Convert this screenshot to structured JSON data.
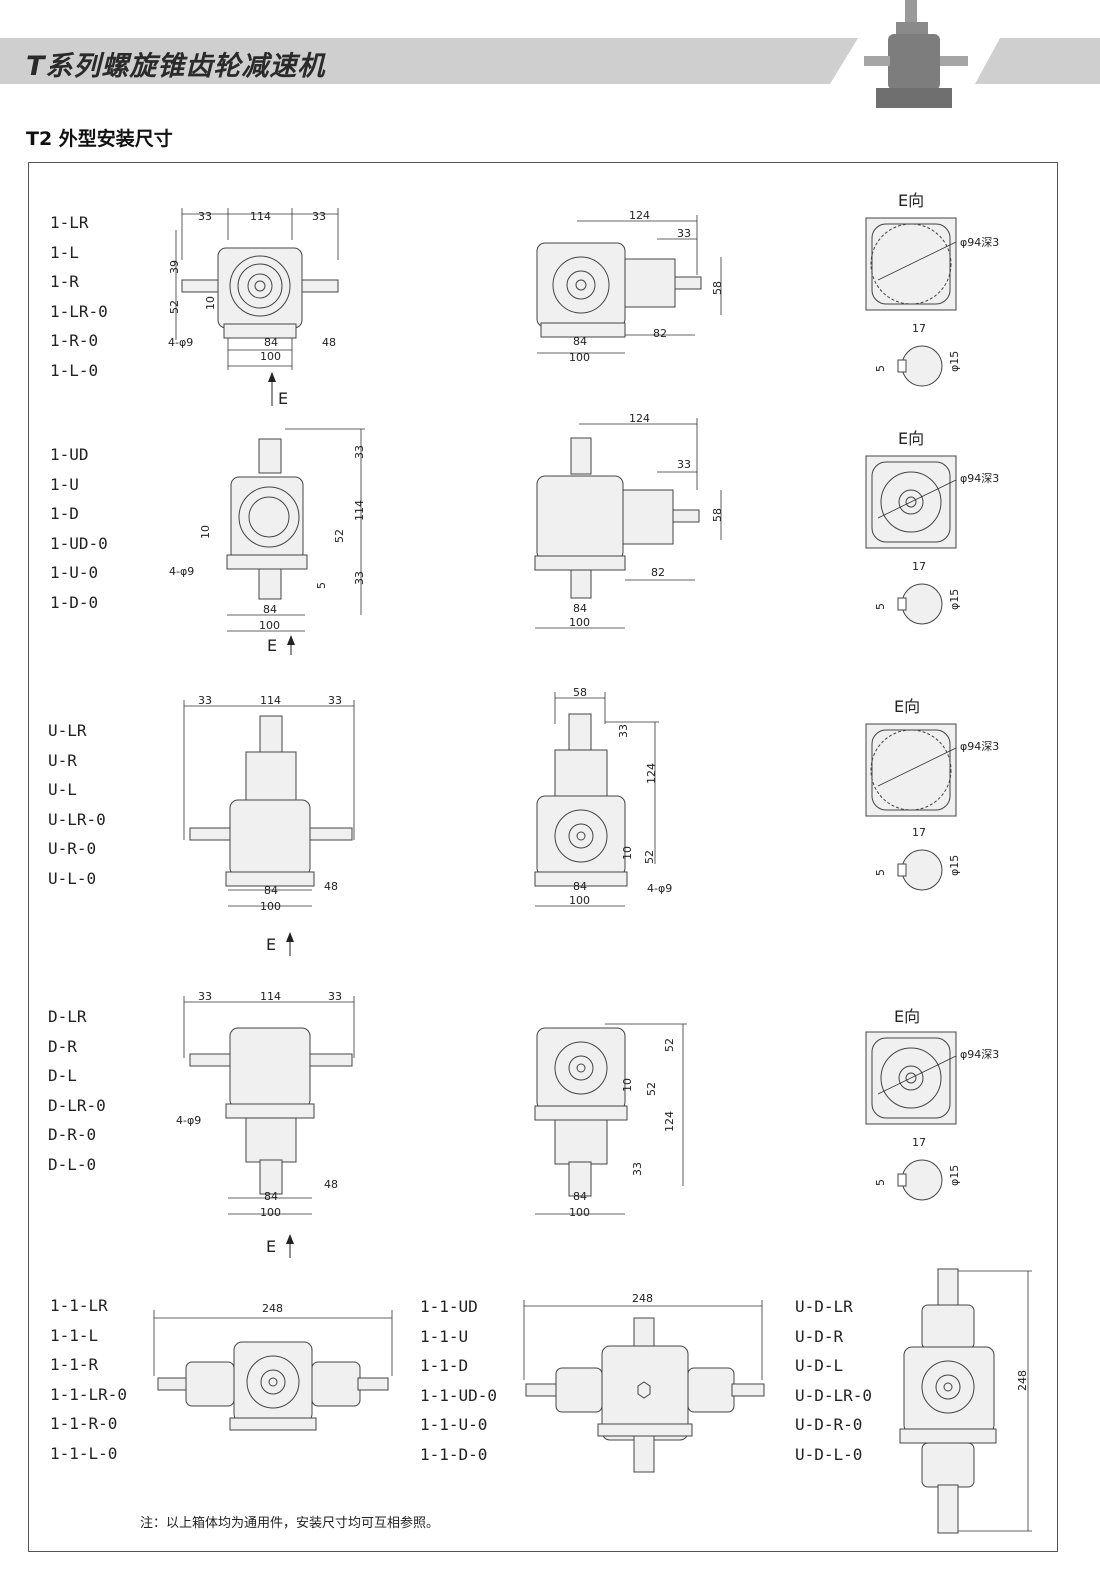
{
  "header": {
    "title": "T系列螺旋锥齿轮减速机",
    "section_title": "T2 外型安装尺寸"
  },
  "rows": [
    {
      "models": [
        "1-LR",
        "1-L",
        "1-R",
        "1-LR-0",
        "1-R-0",
        "1-L-0"
      ],
      "front": {
        "top_left": "33",
        "top_mid": "114",
        "top_right": "33",
        "left_up": "39",
        "left_low": "52",
        "left_small": "10",
        "holes": "4-φ9",
        "base_in": "84",
        "base_out": "100",
        "side": "48",
        "view": "E"
      },
      "side": {
        "top": "124",
        "right_top": "33",
        "right_mid": "58",
        "base_in": "84",
        "base_out": "100",
        "bottom": "82"
      },
      "end": {
        "title": "E向",
        "flange": "φ94深3",
        "key_w": "17",
        "key_h": "5",
        "shaft": "φ15"
      }
    },
    {
      "models": [
        "1-UD",
        "1-U",
        "1-D",
        "1-UD-0",
        "1-U-0",
        "1-D-0"
      ],
      "front": {
        "right_top": "33",
        "right_mid": "114",
        "right_52": "52",
        "right_5": "5",
        "right_bot": "33",
        "left_small": "10",
        "holes": "4-φ9",
        "base_in": "84",
        "base_out": "100",
        "view": "E"
      },
      "side": {
        "top": "124",
        "right_top": "33",
        "right_mid": "58",
        "base_in": "84",
        "base_out": "100",
        "bottom": "82"
      },
      "end": {
        "title": "E向",
        "flange": "φ94深3",
        "key_w": "17",
        "key_h": "5",
        "shaft": "φ15"
      }
    },
    {
      "models": [
        "U-LR",
        "U-R",
        "U-L",
        "U-LR-0",
        "U-R-0",
        "U-L-0"
      ],
      "front": {
        "top_left": "33",
        "top_mid": "114",
        "top_right": "33",
        "base_in": "84",
        "base_out": "100",
        "side": "48",
        "view": "E"
      },
      "side": {
        "top": "58",
        "right_top": "33",
        "right_mid": "124",
        "right_small": "10",
        "right_52": "52",
        "holes": "4-φ9",
        "base_in": "84",
        "base_out": "100"
      },
      "end": {
        "title": "E向",
        "flange": "φ94深3",
        "key_w": "17",
        "key_h": "5",
        "shaft": "φ15"
      }
    },
    {
      "models": [
        "D-LR",
        "D-R",
        "D-L",
        "D-LR-0",
        "D-R-0",
        "D-L-0"
      ],
      "front": {
        "top_left": "33",
        "top_mid": "114",
        "top_right": "33",
        "holes": "4-φ9",
        "base_in": "84",
        "base_out": "100",
        "side": "48",
        "view": "E"
      },
      "side": {
        "right_top": "52",
        "right_small": "10",
        "right_52": "52",
        "right_mid": "124",
        "right_bot": "33",
        "base_in": "84",
        "base_out": "100"
      },
      "end": {
        "title": "E向",
        "flange": "φ94深3",
        "key_w": "17",
        "key_h": "5",
        "shaft": "φ15"
      }
    }
  ],
  "bottom": {
    "group1": {
      "models": [
        "1-1-LR",
        "1-1-L",
        "1-1-R",
        "1-1-LR-0",
        "1-1-R-0",
        "1-1-L-0"
      ],
      "dim": "248"
    },
    "group2": {
      "models": [
        "1-1-UD",
        "1-1-U",
        "1-1-D",
        "1-1-UD-0",
        "1-1-U-0",
        "1-1-D-0"
      ],
      "dim": "248"
    },
    "group3": {
      "models": [
        "U-D-LR",
        "U-D-R",
        "U-D-L",
        "U-D-LR-0",
        "U-D-R-0",
        "U-D-L-0"
      ],
      "dim": "248"
    }
  },
  "note": "注：以上箱体均为通用件，安装尺寸均可互相参照。"
}
